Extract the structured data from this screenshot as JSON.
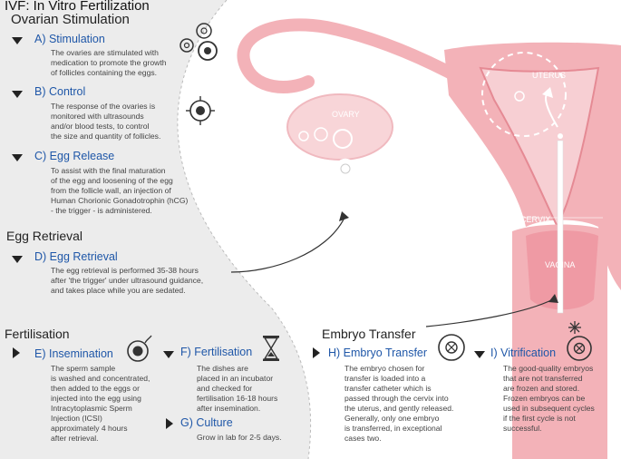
{
  "header": {
    "title": "IVF: In Vitro Fertilization"
  },
  "sections": {
    "ovarian": "Ovarian Stimulation",
    "retrieval": "Egg Retrieval",
    "fertilisation": "Fertilisation",
    "transfer": "Embryo Transfer"
  },
  "steps": {
    "a": {
      "label": "A) Stimulation",
      "text": [
        "The ovaries are stimulated with",
        "medication to promote the growth",
        "of follicles containing the eggs."
      ]
    },
    "b": {
      "label": "B) Control",
      "text": [
        "The response of the ovaries is",
        "monitored with ultrasounds",
        "and/or blood tests, to control",
        "the size and quantity of follicles."
      ]
    },
    "c": {
      "label": "C) Egg Release",
      "text": [
        "To assist with the final maturation",
        "of the egg and loosening of the egg",
        "from the follicle wall, an injection of",
        "Human Chorionic Gonadotrophin (hCG)",
        "- the trigger - is administered."
      ]
    },
    "d": {
      "label": "D) Egg Retrieval",
      "text": [
        "The egg retrieval is performed 35-38 hours",
        "after 'the trigger' under ultrasound guidance,",
        "and takes place while you are sedated."
      ]
    },
    "e": {
      "label": "E) Insemination",
      "text": [
        "The sperm sample",
        "is washed and concentrated,",
        "then added to the eggs or",
        "injected into the egg using",
        "Intracytoplasmic Sperm",
        "Injection (ICSI)",
        "approximately 4 hours",
        "after retrieval."
      ]
    },
    "f": {
      "label": "F) Fertilisation",
      "text": [
        "The dishes are",
        "placed in an incubator",
        "and checked for",
        "fertilisation 16-18 hours",
        "after insemination."
      ]
    },
    "g": {
      "label": "G) Culture",
      "text": [
        "Grow in lab for 2-5 days."
      ]
    },
    "h": {
      "label": "H) Embryo Transfer",
      "text": [
        "The embryo chosen for",
        "transfer is loaded into a",
        "transfer catheter which is",
        "passed through the cervix into",
        "the uterus, and gently released.",
        "Generally, only one embryo",
        "is transferred, in exceptional",
        "cases two."
      ]
    },
    "i": {
      "label": "I) Vitrification",
      "text": [
        "The good-quality embryos",
        "that are not transferred",
        "are frozen  and stored.",
        "Frozen embryos can be",
        "used in subsequent cycles",
        "if the first cycle is not",
        "successful."
      ]
    }
  },
  "anatomy": {
    "ovary": "OVARY",
    "uterus": "UTERUS",
    "cervix": "CERVIX",
    "vagina": "VAGINA"
  },
  "colors": {
    "accent": "#1f57a8",
    "tissue": "#f3b2b8",
    "tissue_dark": "#e58a94",
    "panel": "#ececec",
    "text": "#444444"
  }
}
